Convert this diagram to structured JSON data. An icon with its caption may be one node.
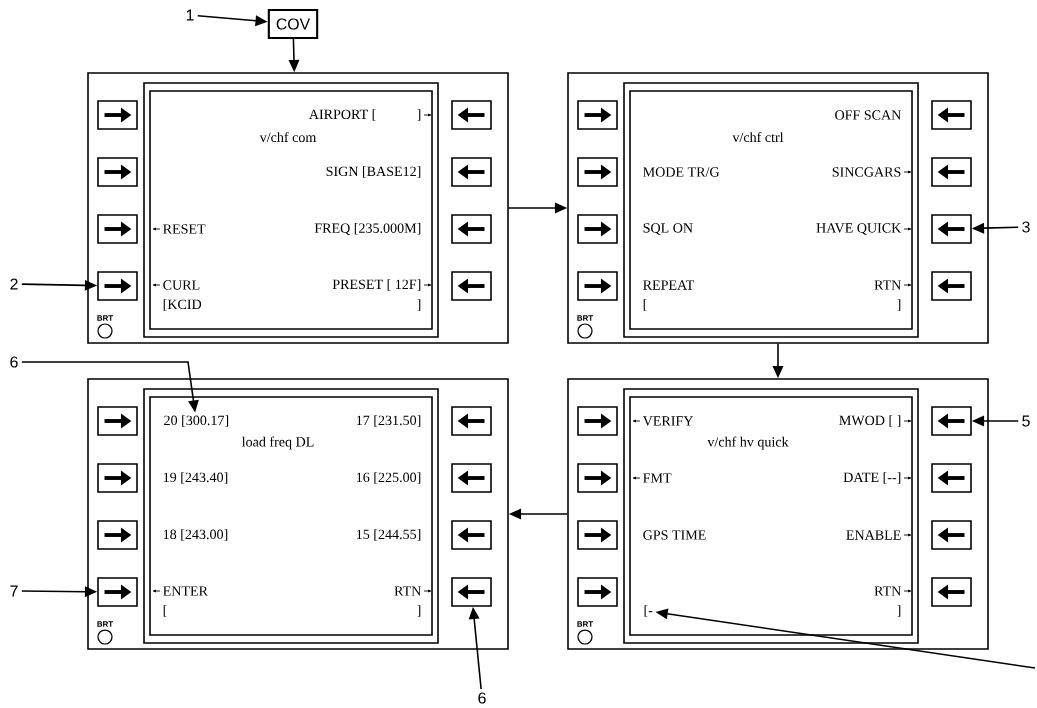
{
  "diagram": {
    "nodes": [
      {
        "text": [
          "1"
        ]
      },
      {
        "text": [
          "COV"
        ]
      },
      {
        "text": [],
        "shape": "box"
      },
      {
        "text": [
          "AIRPORT [",
          "]",
          "v/chf com",
          "SIGN [BASE12]",
          "RESET",
          "FREQ [235.000M]",
          "CURL",
          "PRESET [ 12F]",
          "[KCID",
          "]"
        ],
        "in": 2
      },
      {
        "text": [],
        "shape": "box",
        "in": 2
      },
      {
        "text": [],
        "shape": "box",
        "in": 2
      },
      {
        "text": [],
        "shape": "box",
        "in": 2
      },
      {
        "text": [],
        "shape": "box",
        "in": 2
      },
      {
        "text": [],
        "shape": "box",
        "in": 2
      },
      {
        "text": [],
        "shape": "box",
        "in": 2
      },
      {
        "text": [],
        "shape": "box",
        "in": 2
      },
      {
        "text": [],
        "shape": "box",
        "in": 2
      },
      {
        "text": [
          "2"
        ]
      },
      {
        "text": [],
        "shape": "box"
      },
      {
        "text": [
          "OFF SCAN",
          "v/chf ctrl",
          "MODE TR/G",
          "SINCGARS",
          "SQL ON",
          "HAVE QUICK",
          "REPEAT",
          "RTN",
          "[",
          "]"
        ],
        "in": 13
      },
      {
        "text": [],
        "shape": "box",
        "in": 13
      },
      {
        "text": [],
        "shape": "box",
        "in": 13
      },
      {
        "text": [],
        "shape": "box",
        "in": 13
      },
      {
        "text": [],
        "shape": "box",
        "in": 13
      },
      {
        "text": [],
        "shape": "box",
        "in": 13
      },
      {
        "text": [],
        "shape": "box",
        "in": 13
      },
      {
        "text": [],
        "shape": "box",
        "in": 13
      },
      {
        "text": [],
        "shape": "box",
        "in": 13
      },
      {
        "text": [
          "3"
        ]
      },
      {
        "text": [
          "6"
        ]
      },
      {
        "text": [],
        "shape": "box"
      },
      {
        "text": [
          "17 [231.50]",
          "load freq DL",
          "19 [243.40]",
          "16 [225.00]",
          "18 [243.00]",
          "15 [244.55]",
          "ENTER",
          "RTN",
          "[",
          "]"
        ],
        "in": 25
      },
      {
        "text": [
          "20 [300.17]"
        ],
        "in": 26
      },
      {
        "text": [],
        "shape": "box",
        "in": 25
      },
      {
        "text": [],
        "shape": "box",
        "in": 25
      },
      {
        "text": [],
        "shape": "box",
        "in": 25
      },
      {
        "text": [],
        "shape": "box",
        "in": 25
      },
      {
        "text": [],
        "shape": "box",
        "in": 25
      },
      {
        "text": [],
        "shape": "box",
        "in": 25
      },
      {
        "text": [],
        "shape": "box",
        "in": 25
      },
      {
        "text": [],
        "shape": "box",
        "in": 25
      },
      {
        "text": [
          "7"
        ]
      },
      {
        "text": [],
        "shape": "box"
      },
      {
        "text": [
          "VERIFY",
          "MWOD [ ]",
          "v/chf hv quick",
          "FMT",
          "DATE [--]",
          "GPS TIME",
          "ENABLE",
          "RTN",
          "]"
        ],
        "in": 37
      },
      {
        "text": [
          "[-"
        ],
        "in": 38
      },
      {
        "text": [],
        "shape": "box",
        "in": 37
      },
      {
        "text": [],
        "shape": "box",
        "in": 37
      },
      {
        "text": [],
        "shape": "box",
        "in": 37
      },
      {
        "text": [],
        "shape": "box",
        "in": 37
      },
      {
        "text": [],
        "shape": "box",
        "in": 37
      },
      {
        "text": [],
        "shape": "box",
        "in": 37
      },
      {
        "text": [],
        "shape": "box",
        "in": 37
      },
      {
        "text": [],
        "shape": "box",
        "in": 37
      },
      {
        "text": [
          "5"
        ]
      },
      {
        "text": [
          "6"
        ]
      }
    ],
    "edges": [
      {
        "from": 0,
        "to": 1,
        "arrow": "to"
      },
      {
        "from": 1,
        "to": 2,
        "arrow": "to"
      },
      {
        "from": 2,
        "to": 13,
        "arrow": "to"
      },
      {
        "from": 13,
        "to": 37,
        "arrow": "to"
      },
      {
        "from": 37,
        "to": 25,
        "arrow": "to"
      },
      {
        "from": 12,
        "to": 7,
        "arrow": "to"
      },
      {
        "from": 23,
        "to": 21,
        "arrow": "to"
      },
      {
        "from": 24,
        "to": 27,
        "arrow": "to"
      },
      {
        "from": 36,
        "to": 31,
        "arrow": "to"
      },
      {
        "from": 48,
        "to": 44,
        "arrow": "to"
      },
      {
        "from": 49,
        "to": 35,
        "arrow": "to"
      },
      {
        "from": null,
        "to": 39,
        "arrow": "to"
      }
    ],
    "labels": [
      "BRT",
      "BRT",
      "BRT",
      "BRT"
    ]
  }
}
